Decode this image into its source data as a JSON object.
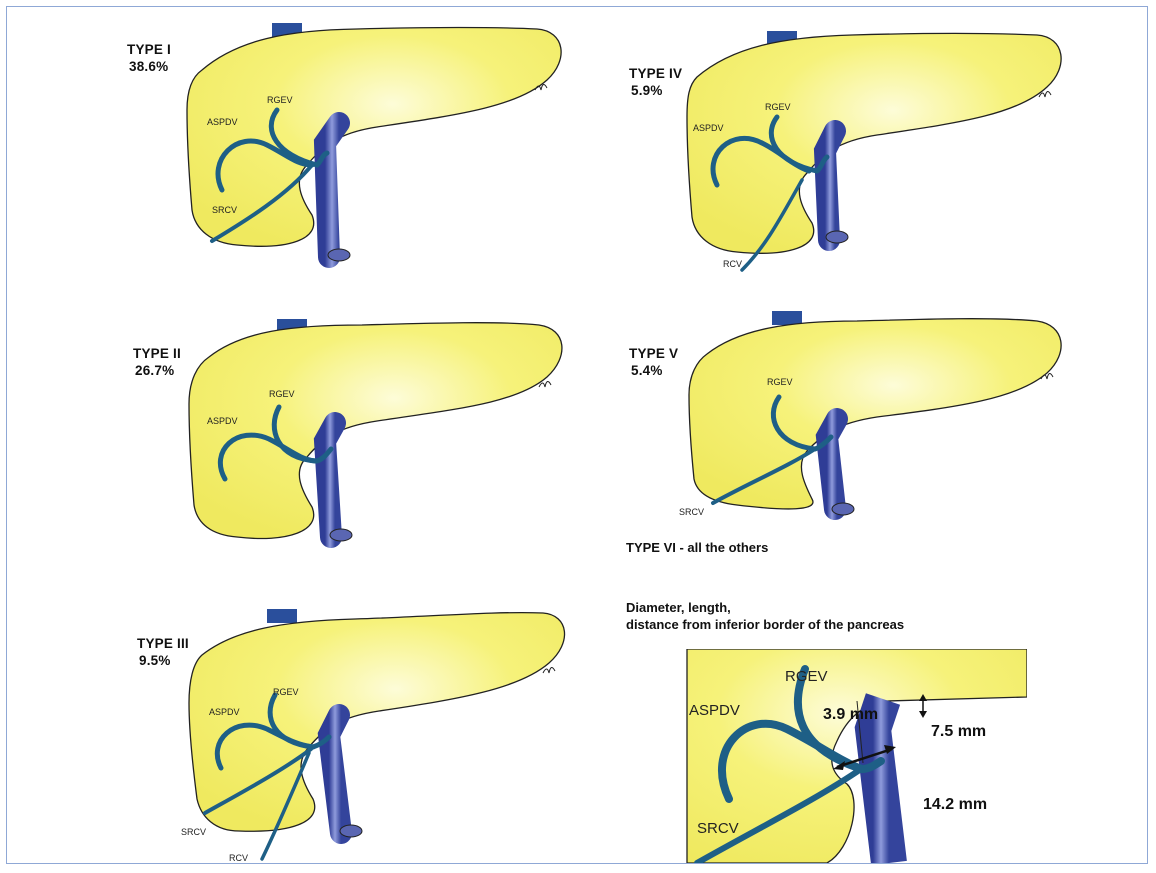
{
  "panels": [
    {
      "title": "TYPE I",
      "percent": "38.6%",
      "labels": {
        "aspdv": "ASPDV",
        "rgev": "RGEV",
        "srcv": "SRCV"
      }
    },
    {
      "title": "TYPE IV",
      "percent": "5.9%",
      "labels": {
        "aspdv": "ASPDV",
        "rgev": "RGEV",
        "rcv": "RCV"
      }
    },
    {
      "title": "TYPE II",
      "percent": "26.7%",
      "labels": {
        "aspdv": "ASPDV",
        "rgev": "RGEV"
      }
    },
    {
      "title": "TYPE V",
      "percent": "5.4%",
      "labels": {
        "rgev": "RGEV",
        "srcv": "SRCV"
      }
    },
    {
      "title": "TYPE III",
      "percent": "9.5%",
      "labels": {
        "aspdv": "ASPDV",
        "rgev": "RGEV",
        "srcv": "SRCV",
        "rcv": "RCV"
      }
    }
  ],
  "note": "TYPE VI - all the others",
  "detail": {
    "title_line1": "Diameter, length,",
    "title_line2": "distance from inferior border of the pancreas",
    "labels": {
      "aspdv": "ASPDV",
      "rgev": "RGEV",
      "srcv": "SRCV"
    },
    "diameter": "3.9 mm",
    "distance": "7.5 mm",
    "length": "14.2 mm"
  },
  "colors": {
    "pancreas": "#f6f27a",
    "pancreas_outline": "#222222",
    "gastrocolic_trunk": "#1e5f86",
    "smv": "#3f4ea6",
    "portal_stub": "#2a4f9c"
  },
  "icons": [
    "spleen-hilum-squiggle-icon"
  ]
}
